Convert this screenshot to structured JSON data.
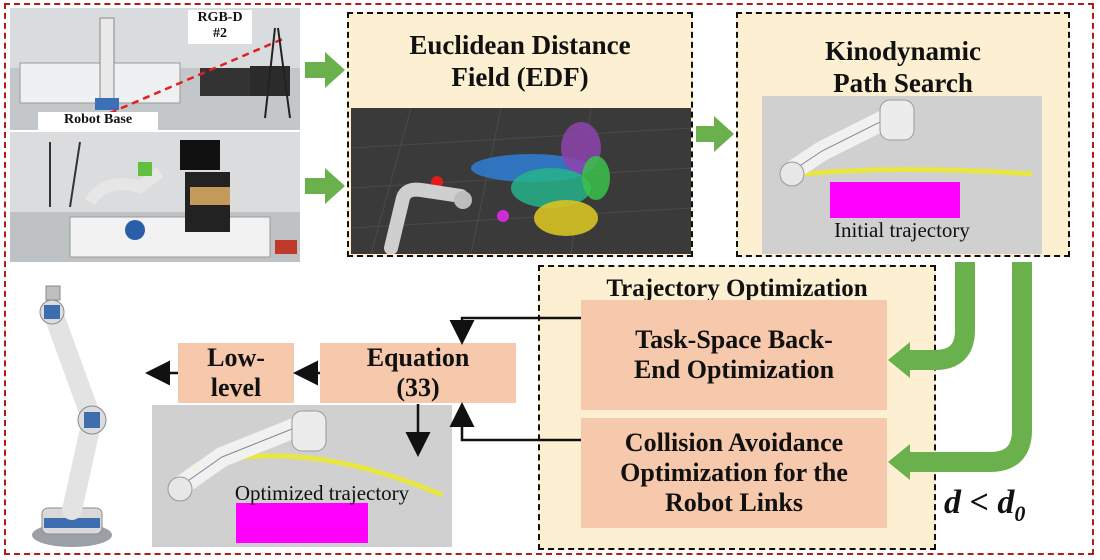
{
  "colors": {
    "border_red": "#b31b1b",
    "panel_fill": "#fdf0d2",
    "block_fill": "#f6c9ad",
    "arrow_green": "#6ab04c",
    "trajectory_yellow": "#e8e640",
    "obstacle_magenta": "#ff00ff"
  },
  "photos": {
    "top_label_1": "RGB-D",
    "top_label_2": "#2",
    "robot_base_label": "Robot Base"
  },
  "edf": {
    "title_line1": "Euclidean Distance",
    "title_line2": "Field (EDF)"
  },
  "kino": {
    "title_line1": "Kinodynamic",
    "title_line2": "Path Search",
    "caption": "Initial trajectory"
  },
  "trajopt": {
    "title": "Trajectory Optimization",
    "backend_line1": "Task-Space Back-",
    "backend_line2": "End Optimization",
    "collision_line1": "Collision Avoidance",
    "collision_line2": "Optimization for the",
    "collision_line3": "Robot Links"
  },
  "equation": {
    "line1": "Equation",
    "line2": "(33)"
  },
  "lowlevel": {
    "line1": "Low-",
    "line2": "level"
  },
  "optimized": {
    "caption": "Optimized trajectory"
  },
  "condition": {
    "d": "d",
    "lt": " < ",
    "d0": "d",
    "sub": "0"
  }
}
